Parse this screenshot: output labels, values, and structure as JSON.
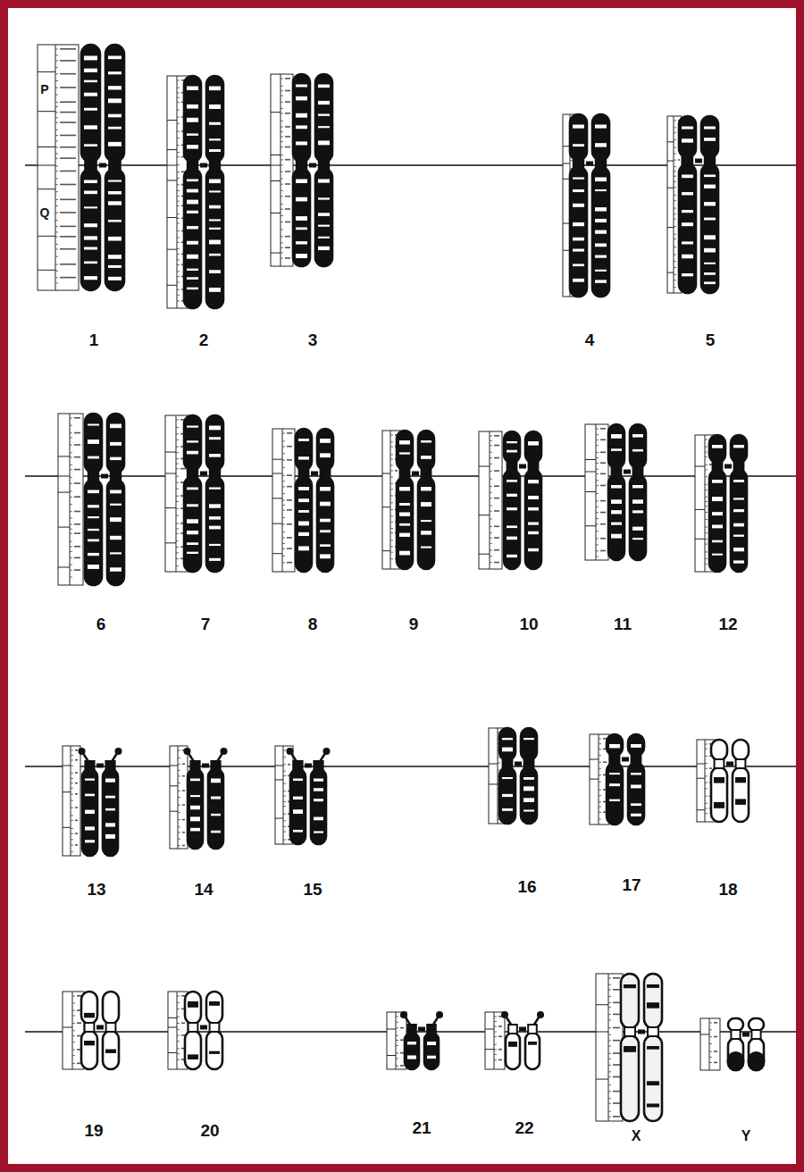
{
  "diagram": {
    "labels": [
      "P",
      "Q",
      "1",
      "2",
      "3",
      "4",
      "5",
      "6",
      "7",
      "8",
      "9",
      "10",
      "11",
      "12",
      "13",
      "14",
      "15",
      "16",
      "17",
      "18",
      "19",
      "20",
      "21",
      "22",
      "X",
      "Y"
    ]
  }
}
